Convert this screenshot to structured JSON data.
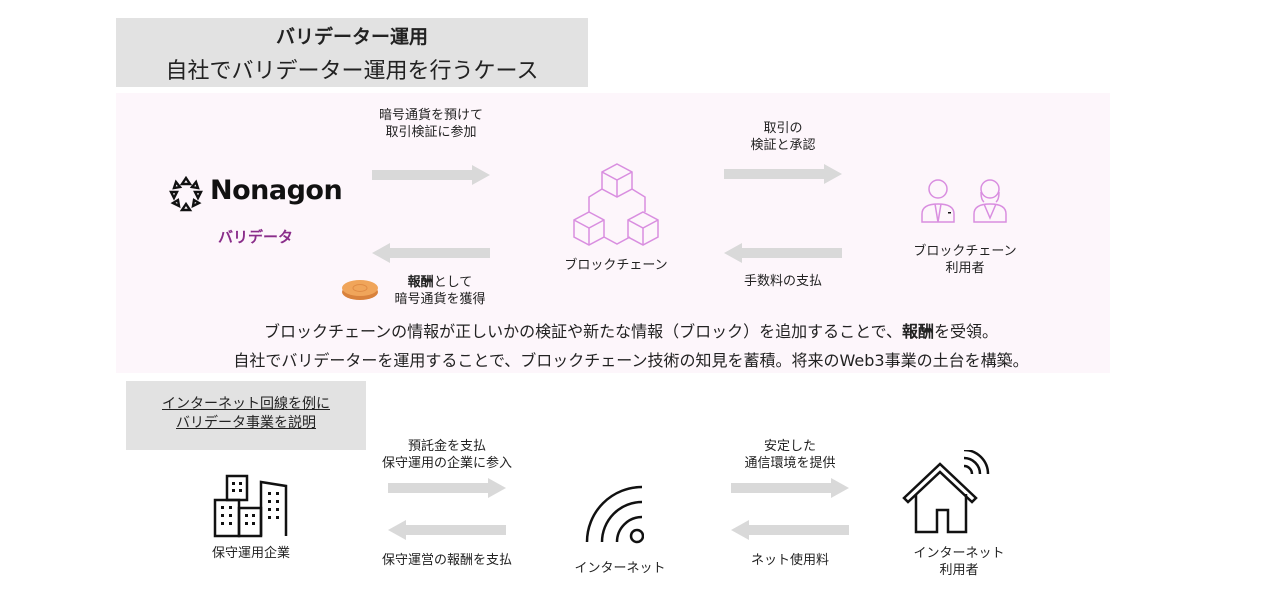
{
  "header": {
    "title": "バリデーター運用",
    "subtitle": "自社でバリデーター運用を行うケース"
  },
  "top": {
    "brand": "Nonagon",
    "brand_role": "バリデータ",
    "arrow1_label": [
      "暗号通貨を預けて",
      "取引検証に参加"
    ],
    "reward_label_bold": "報酬",
    "reward_label": [
      "として",
      "暗号通貨を獲得"
    ],
    "blockchain_label": "ブロックチェーン",
    "arrow2_label": [
      "取引の",
      "検証と承認"
    ],
    "fee_label": "手数料の支払",
    "users_label": [
      "ブロックチェーン",
      "利用者"
    ],
    "message1_pre": "ブロックチェーンの情報が正しいかの検証や新たな情報（ブロック）を追加することで、",
    "message1_bold": "報酬",
    "message1_post": "を受領。",
    "message2": "自社でバリデーターを運用することで、ブロックチェーン技術の知見を蓄積。将来のWeb3事業の土台を構築。",
    "accent": "#d98ee0"
  },
  "bottom": {
    "note": [
      "インターネット回線を例に",
      "バリデータ事業を説明"
    ],
    "company_label": "保守運用企業",
    "arrow1_label": [
      "預託金を支払",
      "保守運用の企業に参入"
    ],
    "arrow1_back_label": "保守運営の報酬を支払",
    "internet_label": "インターネット",
    "arrow2_label": [
      "安定した",
      "通信環境を提供"
    ],
    "arrow2_back_label": "ネット使用料",
    "users_label": [
      "インターネット",
      "利用者"
    ]
  }
}
